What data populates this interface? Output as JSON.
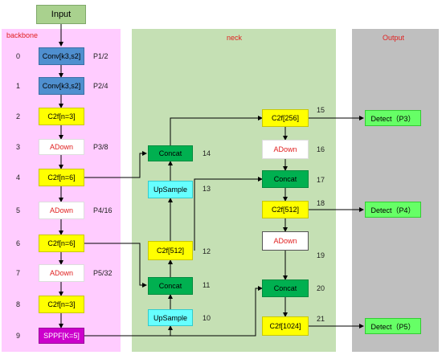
{
  "input_label": "Input",
  "regions": {
    "backbone": "backbone",
    "neck": "neck",
    "output": "Output"
  },
  "backbone": [
    {
      "index": "0",
      "label": "Conv[k3,s2]",
      "level": "P1/2"
    },
    {
      "index": "1",
      "label": "Conv[k3,s2]",
      "level": "P2/4"
    },
    {
      "index": "2",
      "label": "C2f[n=3]",
      "level": ""
    },
    {
      "index": "3",
      "label": "ADown",
      "level": "P3/8"
    },
    {
      "index": "4",
      "label": "C2f[n=6]",
      "level": ""
    },
    {
      "index": "5",
      "label": "ADown",
      "level": "P4/16"
    },
    {
      "index": "6",
      "label": "C2f[n=6]",
      "level": ""
    },
    {
      "index": "7",
      "label": "ADown",
      "level": "P5/32"
    },
    {
      "index": "8",
      "label": "C2f[n=3]",
      "level": ""
    },
    {
      "index": "9",
      "label": "SPPF[K=5]",
      "level": ""
    }
  ],
  "neck_left": [
    {
      "index": "14",
      "label": "Concat"
    },
    {
      "index": "13",
      "label": "UpSample"
    },
    {
      "index": "12",
      "label": "C2f[512]"
    },
    {
      "index": "11",
      "label": "Concat"
    },
    {
      "index": "10",
      "label": "UpSample"
    }
  ],
  "neck_right": [
    {
      "index": "15",
      "label": "C2f[256]"
    },
    {
      "index": "16",
      "label": "ADown"
    },
    {
      "index": "17",
      "label": "Concat"
    },
    {
      "index": "18",
      "label": "C2f[512]"
    },
    {
      "index": "19",
      "label": "ADown"
    },
    {
      "index": "20",
      "label": "Concat"
    },
    {
      "index": "21",
      "label": "C2f[1024]"
    }
  ],
  "outputs": [
    {
      "label": "Detect（P3）"
    },
    {
      "label": "Detect（P4）"
    },
    {
      "label": "Detect（P5）"
    }
  ],
  "colors": {
    "backbone_bg": "#ffccff",
    "neck_bg": "#c5e0b4",
    "output_bg": "#bfbfbf",
    "input": "#a9d18e",
    "conv": "#4f8fcf",
    "c2f": "#ffff00",
    "adown_text": "#e02020",
    "sppf": "#cc00cc",
    "concat": "#00b050",
    "upsample": "#66ffff",
    "detect": "#66ff66"
  }
}
